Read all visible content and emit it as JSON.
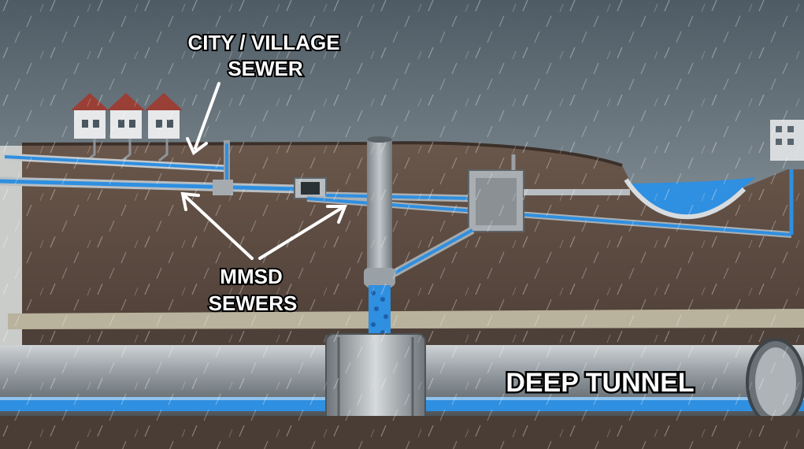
{
  "labels": {
    "city_sewer_line1": "CITY / VILLAGE",
    "city_sewer_line2": "SEWER",
    "mmsd_line1": "MMSD",
    "mmsd_line2": "SEWERS",
    "deep_tunnel": "DEEP TUNNEL"
  },
  "colors": {
    "sky_top": "#52606a",
    "sky_bottom": "#a3acb1",
    "soil": "#5e4d42",
    "pipe_gray": "#9aa0a4",
    "water_blue": "#2f8fe0",
    "label_fill": "#ffffff",
    "label_outline": "#000000"
  }
}
